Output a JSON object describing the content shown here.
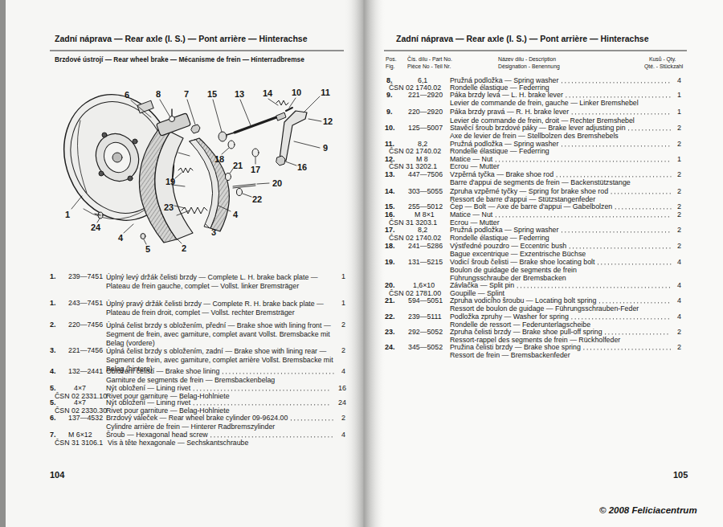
{
  "diagram": {
    "labels": [
      "Zadní náprava — Rear axle (I. S.) — Pont arrière — Hinterachse",
      "Brzdové ústrojí — Rear wheel brake — Mécanisme de frein — Hinterradbremse",
      "6",
      "8",
      "7",
      "15",
      "13",
      "14",
      "10",
      "11",
      "12",
      "9",
      "16",
      "17",
      "18",
      "21",
      "20",
      "22",
      "19",
      "23",
      "1",
      "24",
      "4",
      "3",
      "4",
      "2",
      "5",
      "1.",
      "239—7451",
      "Úplný levý držák čelisti brzdy — Complete L. H. brake back plate — Plateau de frein gauche, complet — Vollst. linker Bremsträger",
      "1",
      "1.",
      "243—7451",
      "Úplný pravý držák čelisti brzdy — Complete R. H. brake back plate — Plateau de frein droit, complet — Vollst. rechter Bremsträger",
      "1",
      "2.",
      "220—7456",
      "Úplná čelist brzdy s obložením, přední — Brake shoe with lining front — Segment de frein, avec garniture, complet avant Vollst. Bremsbacke mit Belag (vordere)",
      "2",
      "3.",
      "221—7456",
      "Úplná čelist brzdy s obložením, zadní — Brake shoe with lining rear — Segment de frein, avec garniture, complet arrière Vollst. Bremsbacke mit Belag (hintere)",
      "2",
      "4.",
      "132—2441",
      "Obložení čelistí — Brake shoe lining",
      "4",
      "Garniture de segments de frein — Bremsbackenbelag",
      "5.",
      "4×7",
      "ČSN 02 2331.10",
      "Nýt obložení — Lining rivet",
      "16",
      "Rivet pour garniture — Belag-Hohlniete",
      "5.",
      "4×7",
      "ČSN 02 2330.30",
      "Nýt obložení — Lining rivet",
      "24",
      "Rivet pour garniture — Belag-Hohlniete",
      "6.",
      "137—4532",
      "Brzdový váleček — Rear wheel brake cylinder 09-9624.00",
      "2",
      "Cylindre arrière de frein — Hinterer Radbremszylinder",
      "7.",
      "M 6×12",
      "Šroub — Hexagonal head screw",
      "4",
      "ČSN 31 3106.1",
      "Vis à tête hexagonale — Sechskantschraube",
      "104",
      "Zadní náprava — Rear axle (I. S.) — Pont arrière — Hinterachse",
      "Pos.",
      "Fig.",
      "Čís. dílu - Part No.",
      "Pièce No - Teil Nr.",
      "Název dílu - Description",
      "Désignation - Benennung",
      "Kusů - Qty.",
      "Qté. - Stückzahl",
      "8.",
      "6,1",
      "ČSN 02 1740.02",
      "Pružná podložka — Spring washer",
      "4",
      "Rondelle élastique — Federring",
      "9.",
      "221—2920",
      "Páka brzdy levá — L. H. brake lever",
      "1",
      "Levier de commande de frein, gauche — Linker Bremshebel",
      "9.",
      "220—2920",
      "Páka brzdy pravá — R. H. brake lever",
      "1",
      "Levier de commande de frein, droit — Rechter Bremshebel",
      "10.",
      "125—5007",
      "Stavěcí šroub brzdové páky — Brake lever adjusting pin",
      "2",
      "Axe de levier de frein — Stellbolzen des Bremshebels",
      "11.",
      "8,2",
      "ČSN 02 1740.02",
      "Pružná podložka — Spring washer",
      "2",
      "Rondelle élastique — Federring",
      "12.",
      "M 8",
      "ČSN 31 3202.1",
      "Matice — Nut",
      "1",
      "Ecrou — Mutter",
      "13.",
      "447—7506",
      "Vzpěrná tyčka — Brake shoe rod",
      "2",
      "Barre d'appui de segments de frein — Backenstützstange",
      "14.",
      "303—5055",
      "Zpruha vzpěrné tyčky — Spring for brake shoe rod",
      "2",
      "Ressort de barre d'appui — Stützstangenfeder",
      "15.",
      "255—5012",
      "Čep — Bolt — Axe de barre d'appui — Gabelbolzen",
      "2",
      "16.",
      "M 8×1",
      "ČSN 31 3203.1",
      "Matice — Nut",
      "2",
      "Ecrou — Mutter",
      "17.",
      "8,2",
      "ČSN 02 1740.02",
      "Pružná podložka — Spring washer",
      "2",
      "Rondelle élastique — Federring",
      "18.",
      "241—5286",
      "Výstředné pouzdro — Eccentric bush",
      "2",
      "Bague excentrique — Exzentrische Büchse",
      "19.",
      "131—5215",
      "Vodicí šroub čelisti — Brake shoe locating bolt",
      "4",
      "Boulon de guidage de segments de frein",
      "Führungsschraube der Bremsbacken",
      "20.",
      "1,6×10",
      "ČSN 02 1781.00",
      "Závlačka — Split pin",
      "4",
      "Goupille — Splint",
      "21.",
      "594—5051",
      "Zpruha vodicího šroubu — Locating bolt spring",
      "4",
      "Ressort de boulon de guidage — Führungsschrauben-Feder",
      "22.",
      "239—5111",
      "Podložka zpruhy — Washer for spring",
      "4",
      "Rondelle de ressort — Federunterlagscheibe",
      "23.",
      "292—5052",
      "Zpruha čelisti brzdy — Brake shoe pull-off spring",
      "2",
      "Ressort-rappel des segments de frein — Rückholfeder",
      "24.",
      "345—5052",
      "Pružina čelisti brzdy — Brake shoe spring",
      "2",
      "Ressort de frein — Bremsbackenfeder",
      "105",
      "© 2008 Feliciacentrum"
    ]
  }
}
